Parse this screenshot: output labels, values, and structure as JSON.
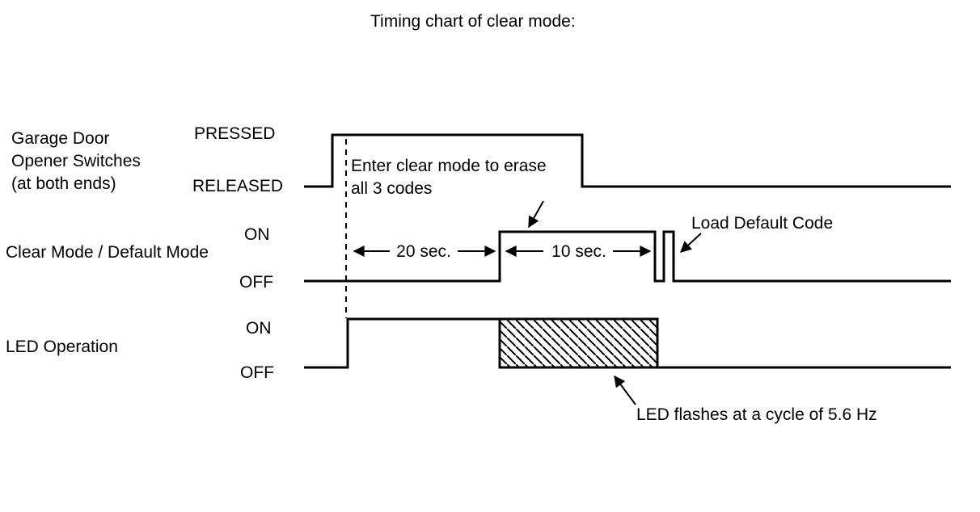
{
  "title": "Timing chart of clear mode:",
  "rows": {
    "switches": {
      "label_lines": [
        "Garage Door",
        "Opener Switches",
        "(at both ends)"
      ],
      "high_label": "PRESSED",
      "low_label": "RELEASED"
    },
    "clear_mode": {
      "label": "Clear Mode / Default Mode",
      "high_label": "ON",
      "low_label": "OFF"
    },
    "led": {
      "label": "LED Operation",
      "high_label": "ON",
      "low_label": "OFF"
    }
  },
  "annotations": {
    "enter_clear": {
      "line1": "Enter clear mode to erase",
      "line2": "all 3 codes"
    },
    "interval_20s": "20 sec.",
    "interval_10s": "10 sec.",
    "load_default_code": "Load Default Code",
    "led_flash": "LED flashes at a cycle of 5.6 Hz"
  },
  "colors": {
    "line": "#000000",
    "background": "#ffffff"
  }
}
